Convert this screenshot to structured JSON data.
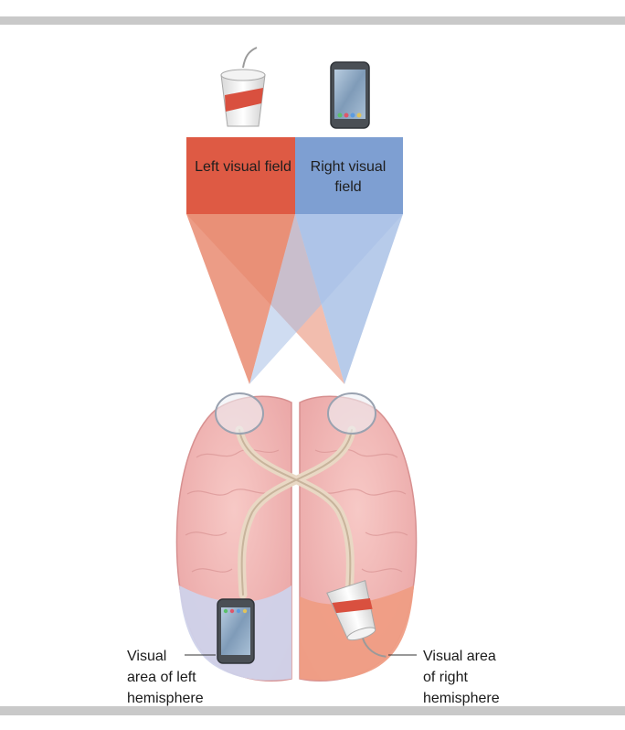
{
  "visual_fields": {
    "left_label": "Left visual field",
    "right_label": "Right visual field",
    "left_color": "#de5a44",
    "right_color": "#7e9fd2"
  },
  "captions": {
    "left_hemisphere": [
      "Visual",
      "area of left",
      "hemisphere"
    ],
    "right_hemisphere": [
      "Visual area",
      "of right",
      "hemisphere"
    ]
  },
  "objects": {
    "left_object": "cup-icon",
    "right_object": "phone-icon"
  },
  "colors": {
    "brain": "#f2b7b7",
    "left_visual_area": "#cfd2ea",
    "right_visual_area": "#ef9d84",
    "frame_bar": "#c9c9c9"
  }
}
